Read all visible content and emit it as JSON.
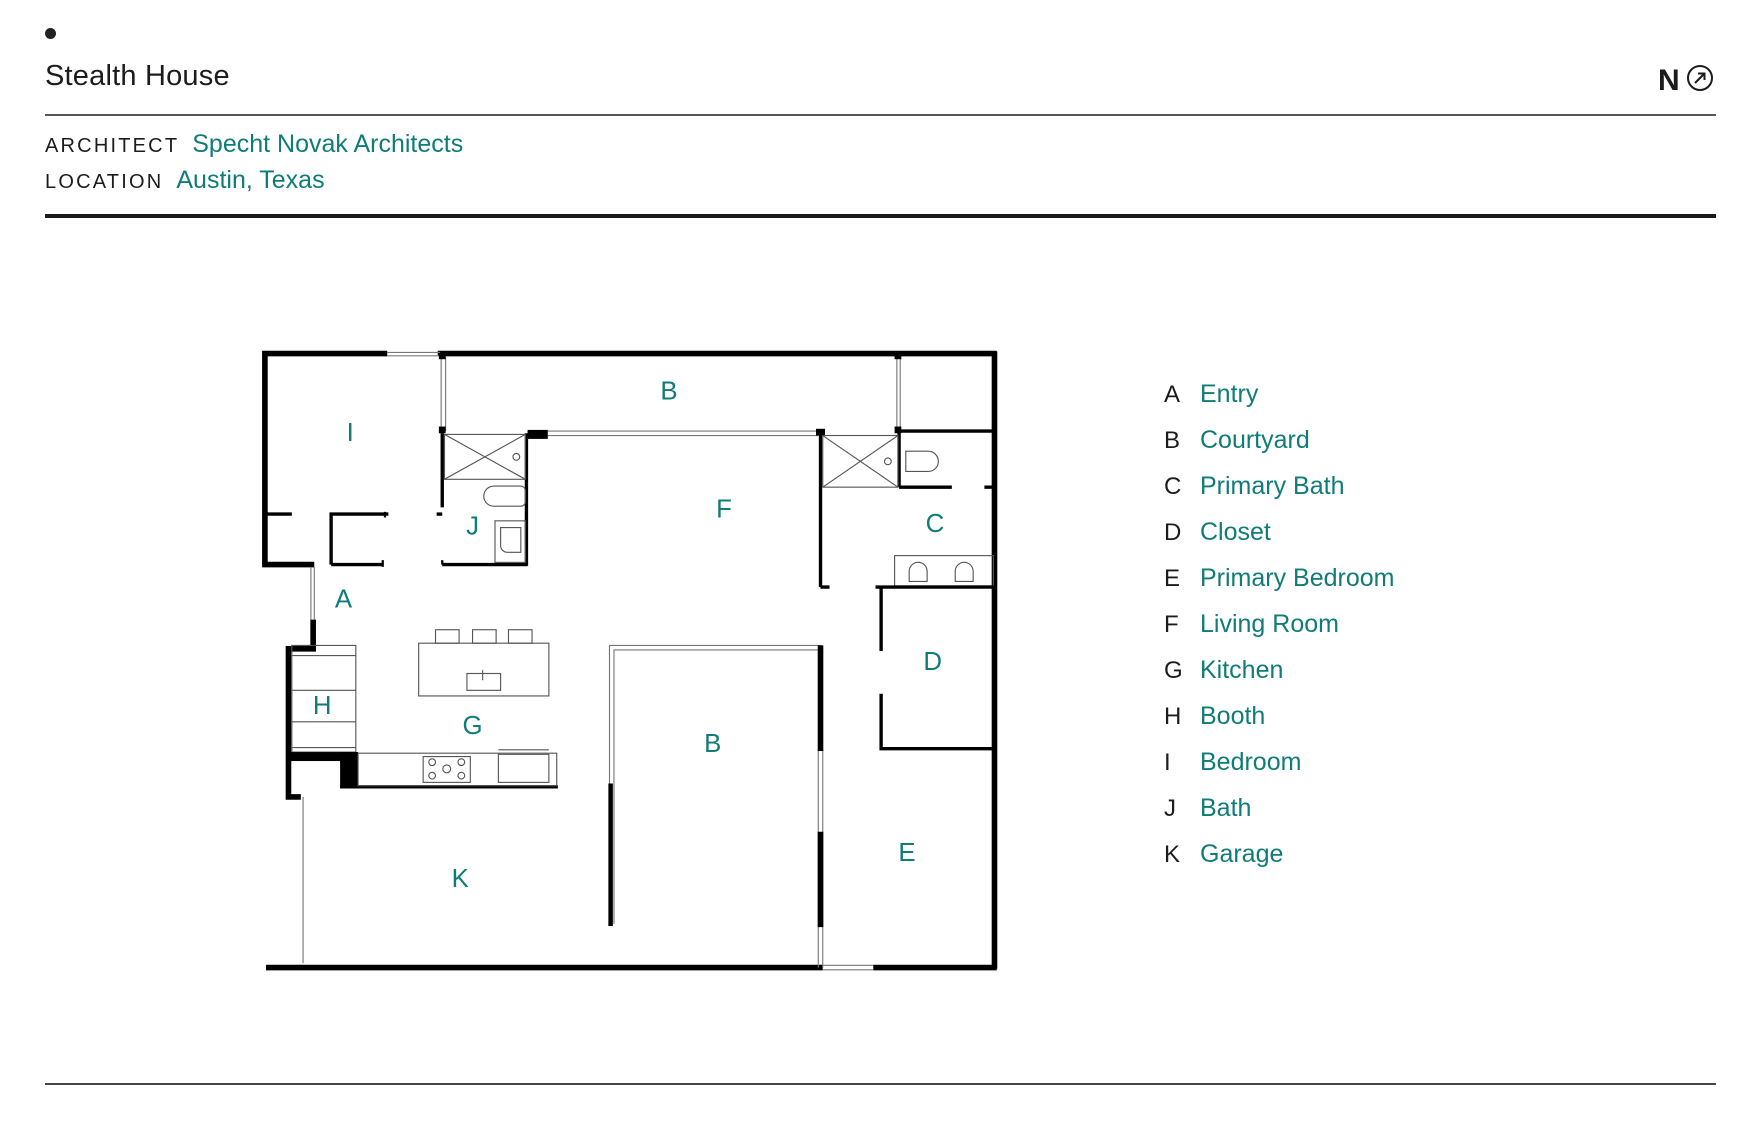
{
  "header": {
    "title": "Stealth House",
    "compass": {
      "label": "N",
      "icon": "north-arrow-icon"
    }
  },
  "meta": {
    "architect_label": "ARCHITECT",
    "architect_value": "Specht Novak Architects",
    "location_label": "LOCATION",
    "location_value": "Austin, Texas"
  },
  "plan": {
    "labels": [
      {
        "id": "I",
        "text": "I"
      },
      {
        "id": "B1",
        "text": "B"
      },
      {
        "id": "J",
        "text": "J"
      },
      {
        "id": "F",
        "text": "F"
      },
      {
        "id": "C",
        "text": "C"
      },
      {
        "id": "A",
        "text": "A"
      },
      {
        "id": "D",
        "text": "D"
      },
      {
        "id": "H",
        "text": "H"
      },
      {
        "id": "G",
        "text": "G"
      },
      {
        "id": "B2",
        "text": "B"
      },
      {
        "id": "E",
        "text": "E"
      },
      {
        "id": "K",
        "text": "K"
      }
    ]
  },
  "legend": {
    "items": [
      {
        "letter": "A",
        "name": "Entry"
      },
      {
        "letter": "B",
        "name": "Courtyard"
      },
      {
        "letter": "C",
        "name": "Primary Bath"
      },
      {
        "letter": "D",
        "name": "Closet"
      },
      {
        "letter": "E",
        "name": "Primary Bedroom"
      },
      {
        "letter": "F",
        "name": "Living Room"
      },
      {
        "letter": "G",
        "name": "Kitchen"
      },
      {
        "letter": "H",
        "name": "Booth"
      },
      {
        "letter": "I",
        "name": "Bedroom"
      },
      {
        "letter": "J",
        "name": "Bath"
      },
      {
        "letter": "K",
        "name": "Garage"
      }
    ]
  },
  "colors": {
    "accent": "#0f7c78",
    "text": "#1c1c1c",
    "wall": "#000000"
  }
}
